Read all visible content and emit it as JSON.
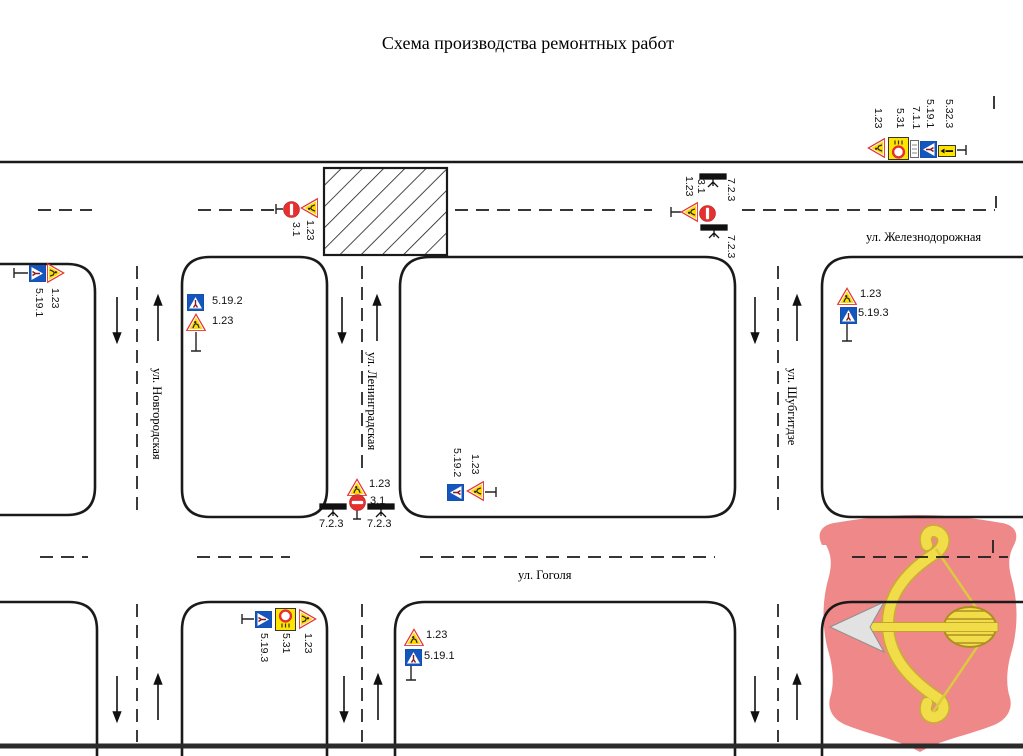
{
  "title": "Схема производства ремонтных работ",
  "streets": {
    "zheleznodorozhnaya": "ул. Железнодорожная",
    "novgorodskaya": "ул. Новгородская",
    "leningradskaya": "ул. Ленинградская",
    "shubgitdze": "ул. Шубгитдзе",
    "gogolya": "ул. Гоголя"
  },
  "sign_groups": {
    "g1": [
      "1.23",
      "5.31",
      "7.1.1",
      "5.19.1",
      "5.32.3"
    ],
    "g2": [
      "1.23",
      "3.1"
    ],
    "g3": [
      "1.23",
      "3.1",
      "7.2.3",
      "7.2.3"
    ],
    "g4": [
      "1.23",
      "5.19.1"
    ],
    "g5": [
      "5.19.2",
      "1.23"
    ],
    "g6": [
      "1.23",
      "3.1",
      "7.2.3",
      "7.2.3"
    ],
    "g7": [
      "5.19.2",
      "1.23"
    ],
    "g8": [
      "1.23",
      "5.19.3"
    ],
    "g9": [
      "5.19.3",
      "5.31",
      "1.23"
    ],
    "g10": [
      "1.23",
      "5.19.1"
    ]
  },
  "colors": {
    "sign_red": "#e53030",
    "sign_yellow": "#ffd900",
    "sign_blue": "#1456bd",
    "line_black": "#1a1a1a",
    "shield_pink": "#ef8889",
    "shield_gold": "#f0dd49"
  }
}
